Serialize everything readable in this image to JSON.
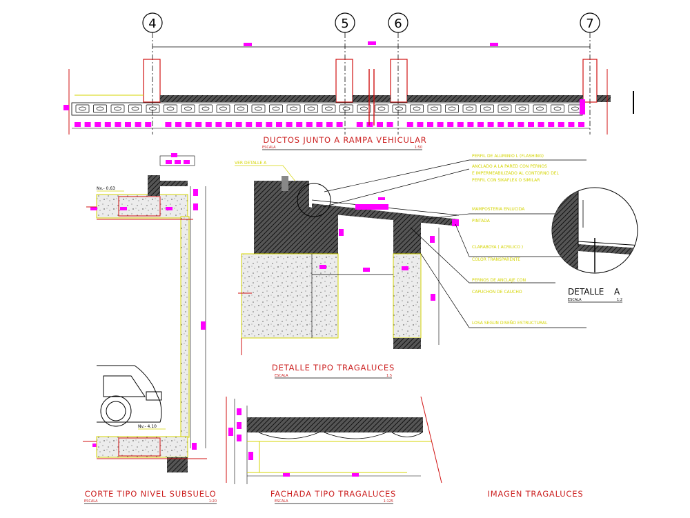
{
  "colors": {
    "background": "#ffffff",
    "title_red": "#cc2222",
    "note_yellow": "#d4d400",
    "dim_magenta": "#ff00ff",
    "hatch": "#333333",
    "concrete_fill": "#e9e9e9",
    "line_black": "#000000",
    "line_red": "#d01010"
  },
  "grid_axes": [
    "4",
    "5",
    "6",
    "7"
  ],
  "sections": {
    "ductos": {
      "title": "DUCTOS JUNTO A RAMPA VEHICULAR",
      "scale_label": "ESCALA",
      "scale_value": "1:50"
    },
    "tragaluces_detalle": {
      "title": "DETALLE TIPO TRAGALUCES",
      "scale_label": "ESCALA",
      "scale_value": "1:5"
    },
    "corte": {
      "title": "CORTE TIPO NIVEL SUBSUELO",
      "scale_label": "ESCALA",
      "scale_value": "1:20"
    },
    "fachada": {
      "title": "FACHADA TIPO TRAGALUCES",
      "scale_label": "ESCALA",
      "scale_value": "1:125"
    },
    "imagen": {
      "title": "IMAGEN TRAGALUCES"
    },
    "detalle_a": {
      "title": "DETALLE",
      "letter": "A",
      "scale_label": "ESCALA",
      "scale_value": "1:2"
    }
  },
  "levels": {
    "upper": "Nv.- 0.63",
    "lower": "Nv.- 4.10"
  },
  "callouts": {
    "ver_detalle": "VER DETALLE A",
    "notes": [
      "PERFIL DE ALUMINIO L (FLASHING)",
      "ANCLADO A LA PARED CON PERNOS",
      "E IMPERMEABILIZADO AL CONTORNO DEL",
      "PERFIL CON SIKAFLEX O SIMILAR",
      "MAMPOSTERIA ENLUCIDA",
      "PINTADA",
      "CLARABOYA ( ACRILICO )",
      "COLOR TRANSPARENTE",
      "PERNOS DE ANCLAJE CON",
      "CAPUCHON DE CAUCHO",
      "LOSA SEGUN DISEÑO ESTRUCTURAL"
    ]
  }
}
